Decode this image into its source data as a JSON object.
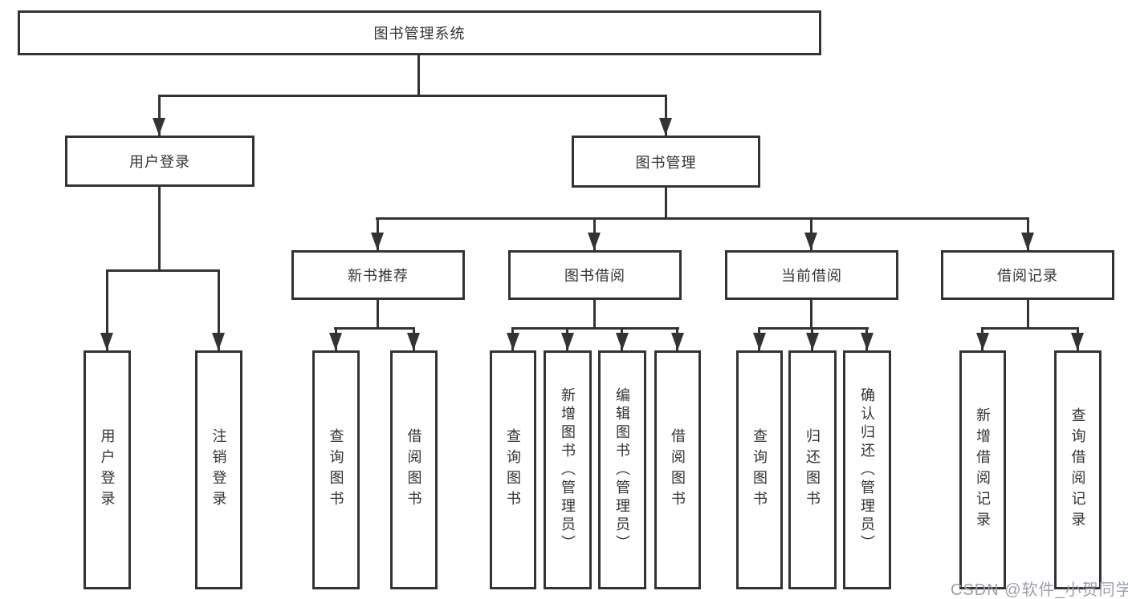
{
  "tree": {
    "root": {
      "label": "图书管理系统"
    },
    "branches": [
      {
        "label": "用户登录",
        "children": [
          {
            "label": "用户登录"
          },
          {
            "label": "注销登录"
          }
        ]
      },
      {
        "label": "图书管理",
        "children": [
          {
            "label": "新书推荐",
            "children": [
              {
                "label": "查询图书"
              },
              {
                "label": "借阅图书"
              }
            ]
          },
          {
            "label": "图书借阅",
            "children": [
              {
                "label": "查询图书"
              },
              {
                "label": "新增图书（管理员）"
              },
              {
                "label": "编辑图书（管理员）"
              },
              {
                "label": "借阅图书"
              }
            ]
          },
          {
            "label": "当前借阅",
            "children": [
              {
                "label": "查询图书"
              },
              {
                "label": "归还图书"
              },
              {
                "label": "确认归还（管理员）"
              }
            ]
          },
          {
            "label": "借阅记录",
            "children": [
              {
                "label": "新增借阅记录"
              },
              {
                "label": "查询借阅记录"
              }
            ]
          }
        ]
      }
    ]
  },
  "watermark": {
    "text": "CSDN @软件_小贺同学"
  },
  "colors": {
    "line": "#333333",
    "text": "#333333",
    "box_background": "#ffffff",
    "watermark": "#9ba0aa"
  }
}
